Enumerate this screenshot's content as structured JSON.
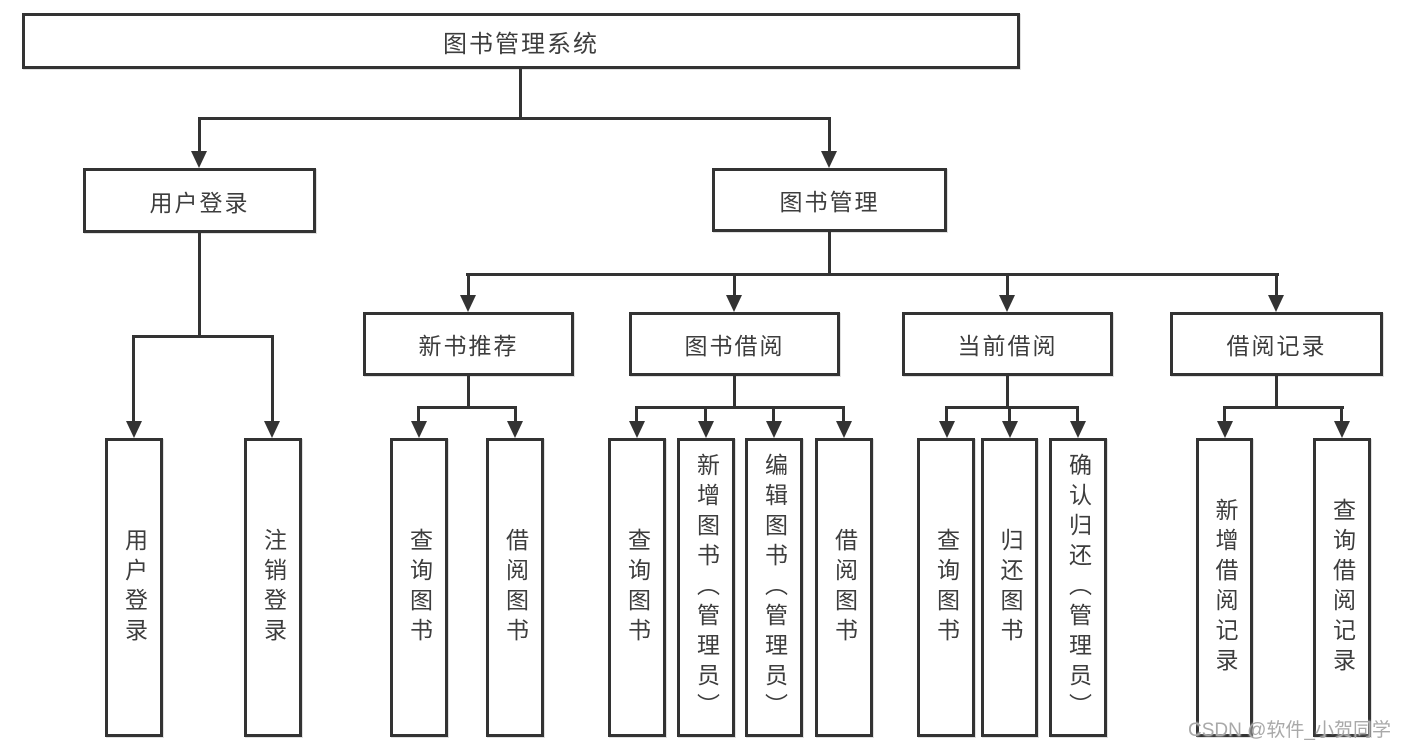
{
  "diagram": {
    "root": {
      "label": "图书管理系统"
    },
    "level2": [
      {
        "label": "用户登录"
      },
      {
        "label": "图书管理"
      }
    ],
    "level3": [
      {
        "label": "新书推荐"
      },
      {
        "label": "图书借阅"
      },
      {
        "label": "当前借阅"
      },
      {
        "label": "借阅记录"
      }
    ],
    "leaves": {
      "user_login": [
        {
          "label": "用户登录"
        },
        {
          "label": "注销登录"
        }
      ],
      "new_book": [
        {
          "label": "查询图书"
        },
        {
          "label": "借阅图书"
        }
      ],
      "book_borrow": [
        {
          "label": "查询图书"
        },
        {
          "label": "新增图书（管理员）"
        },
        {
          "label": "编辑图书（管理员）"
        },
        {
          "label": "借阅图书"
        }
      ],
      "current_borrow": [
        {
          "label": "查询图书"
        },
        {
          "label": "归还图书"
        },
        {
          "label": "确认归还（管理员）"
        }
      ],
      "borrow_records": [
        {
          "label": "新增借阅记录"
        },
        {
          "label": "查询借阅记录"
        }
      ]
    }
  },
  "watermark": "CSDN @软件_小贺同学",
  "colors": {
    "line": "#333333",
    "text": "#3d3d3d",
    "watermark": "#a9a9a9",
    "background": "#ffffff"
  }
}
